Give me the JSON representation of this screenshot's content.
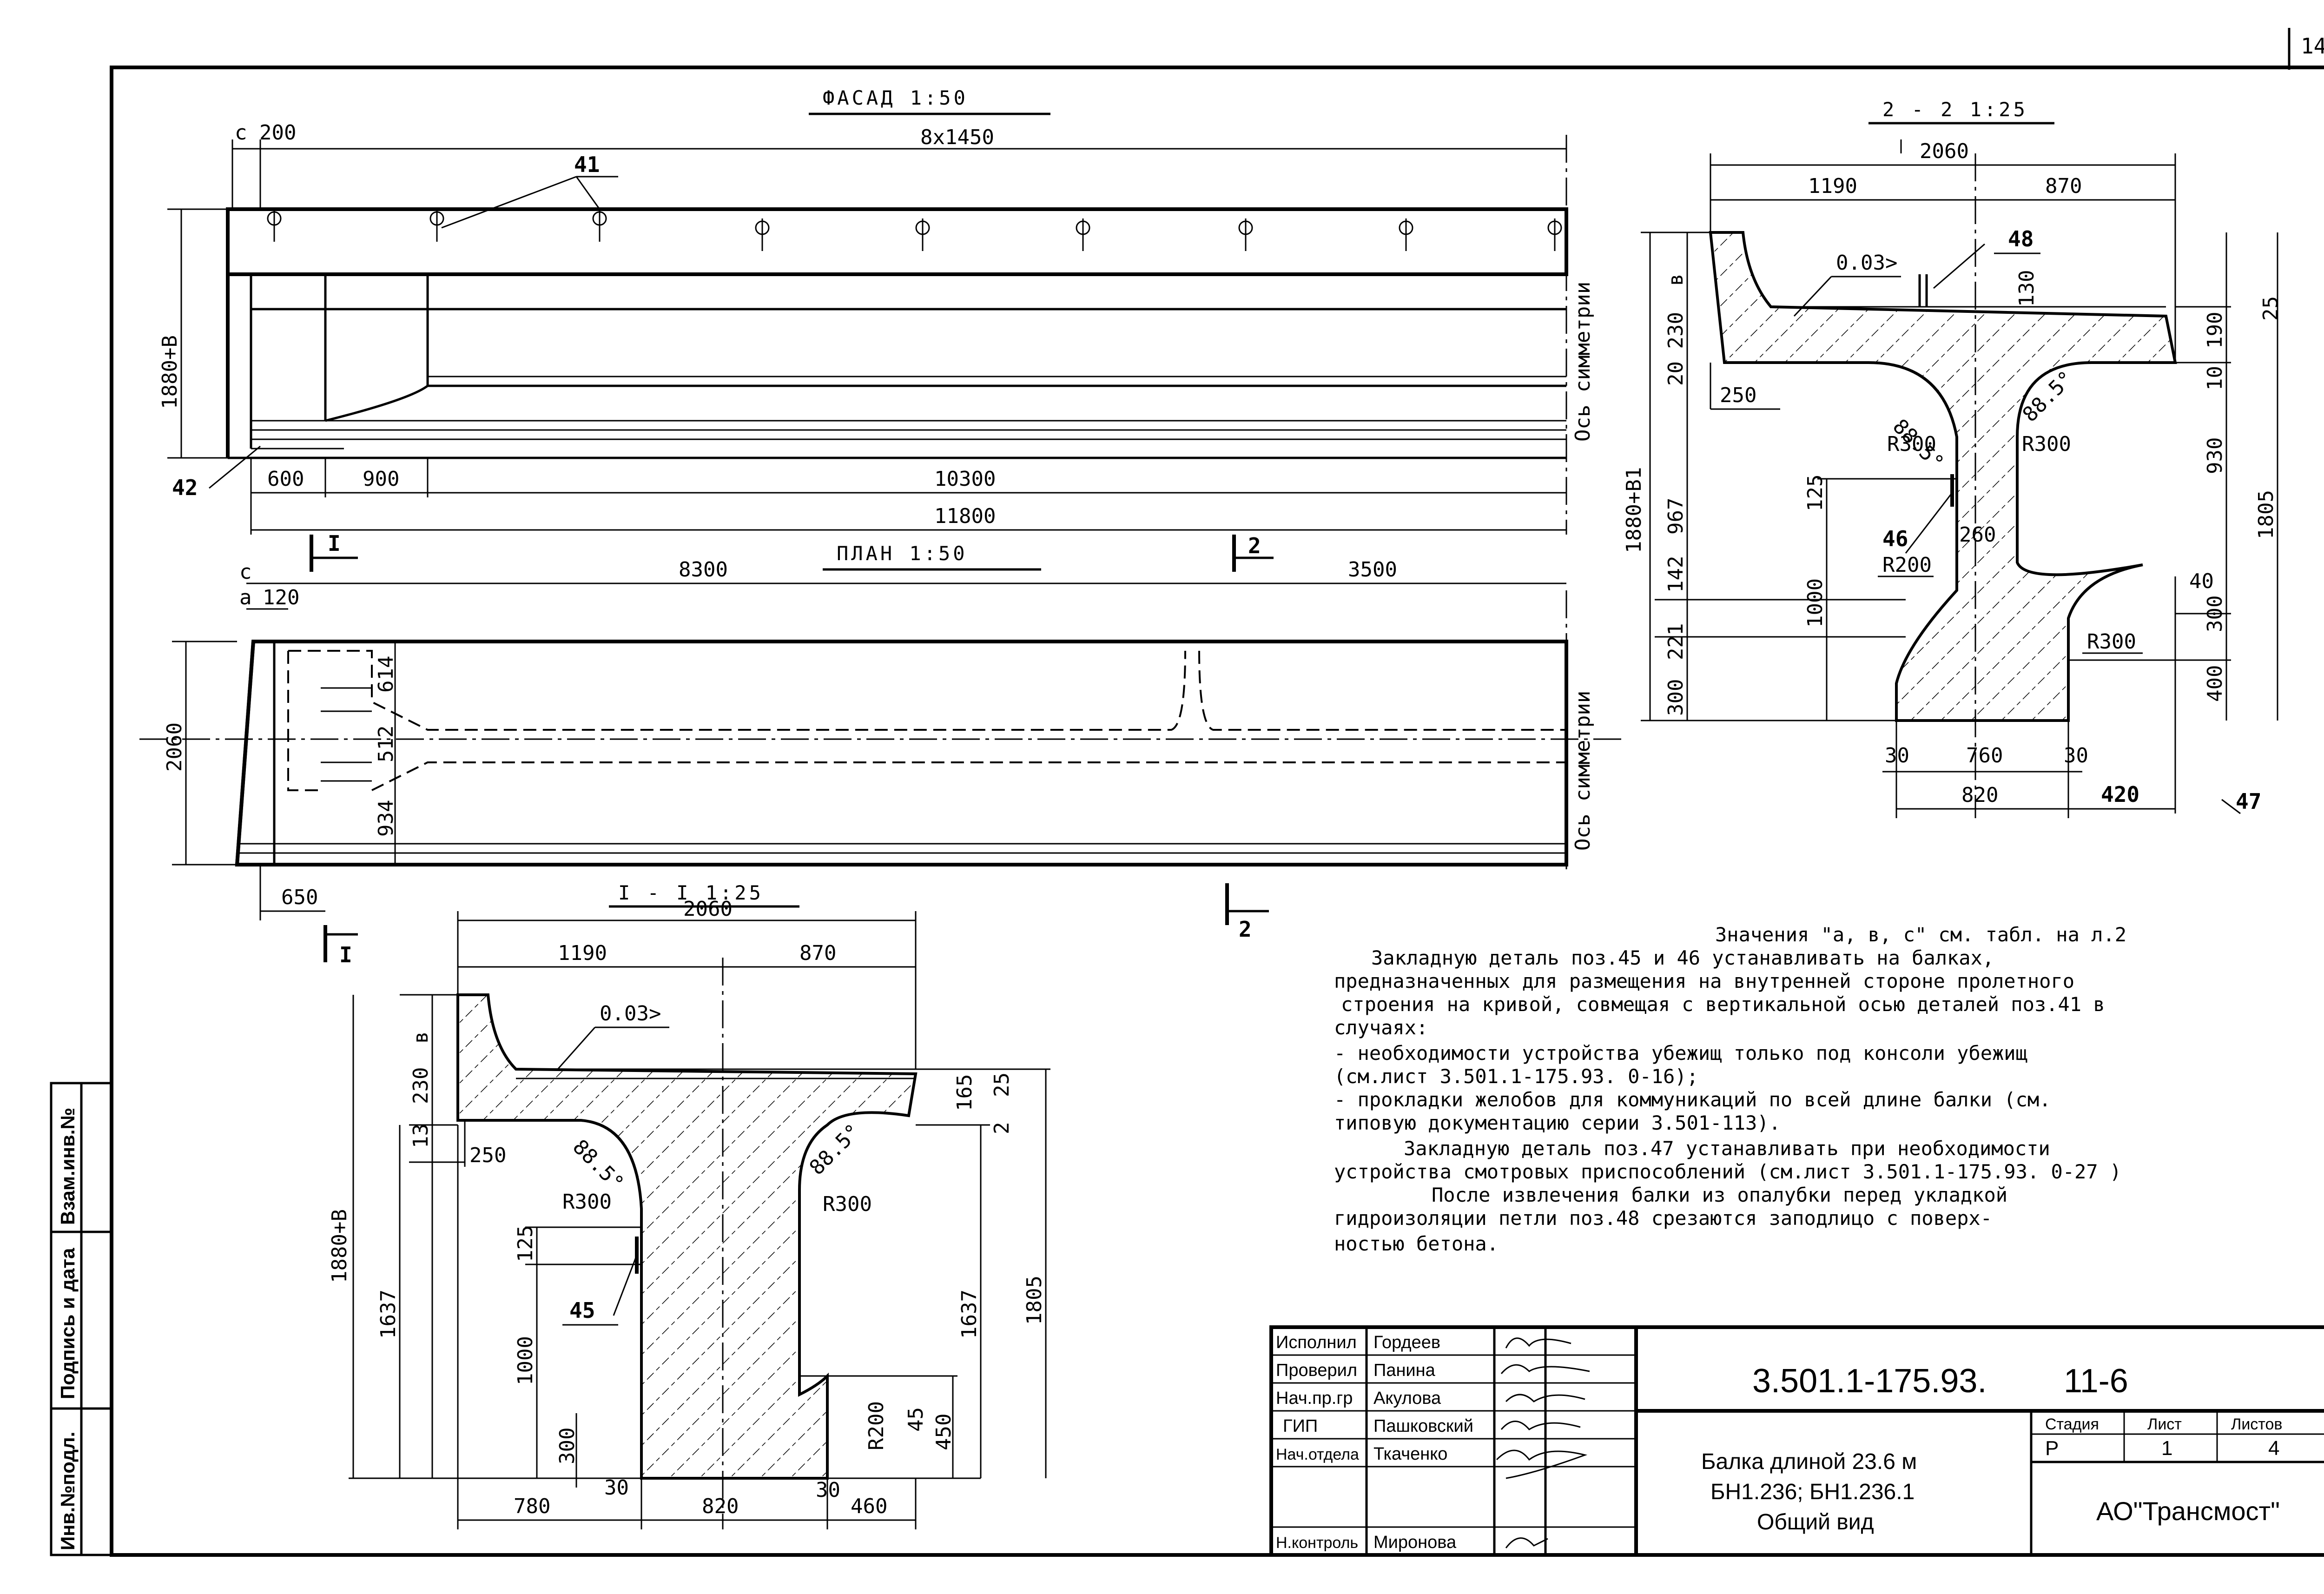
{
  "sheet": {
    "page_number": "14"
  },
  "facade": {
    "title": "ФАСАД 1:50",
    "dims": [
      "c 200",
      "8x1450",
      "1880+В",
      "600",
      "900",
      "10300",
      "11800"
    ],
    "pos_labels": [
      "41",
      "42"
    ],
    "axis_label": "Ось симметрии"
  },
  "plan": {
    "title": "ПЛАН 1:50",
    "dims": [
      "8300",
      "3500",
      "c",
      "a",
      "120",
      "2060",
      "614",
      "512",
      "934",
      "650"
    ],
    "axis_label": "Ось симметрии"
  },
  "section_marks": [
    "I",
    "I",
    "2",
    "2"
  ],
  "section_2_2": {
    "title": "2 - 2 1:25",
    "dims": [
      "2060",
      "1190",
      "870",
      "0.03>",
      "в",
      "20 230",
      "250",
      "88.5°",
      "88.5°",
      "R300",
      "R300",
      "967",
      "1880+В1",
      "125",
      "46",
      "R200",
      "260",
      "1000",
      "142",
      "221",
      "300",
      "R300",
      "30",
      "760",
      "30",
      "820",
      "420",
      "130",
      "25",
      "190",
      "10",
      "930",
      "1805",
      "40",
      "300",
      "400"
    ],
    "pos_labels": [
      "48",
      "47"
    ]
  },
  "section_1_1": {
    "title": "I - I 1:25",
    "dims": [
      "2060",
      "1190",
      "870",
      "0.03>",
      "230",
      "в",
      "13",
      "250",
      "88.5°",
      "88.5°",
      "R300",
      "R300",
      "1880+В",
      "125",
      "1637",
      "1000",
      "300",
      "30",
      "780",
      "820",
      "30",
      "460",
      "R200",
      "45",
      "450",
      "1637",
      "1805",
      "165",
      "25",
      "2"
    ],
    "pos_labels": [
      "45"
    ]
  },
  "notes": [
    "Значения \"а, в, с\" см. табл. на л.2",
    "Закладную деталь поз.45 и 46 устанавливать на балках,",
    "предназначенных для размещения на внутренней стороне пролетного",
    "строения на кривой, совмещая с вертикальной осью деталей поз.41 в",
    "случаях:",
    "- необходимости устройства убежищ только под консоли убежищ",
    "(см.лист 3.501.1-175.93. 0-16);",
    "- прокладки желобов для коммуникаций по всей длине балки (см.",
    "типовую документацию серии 3.501-113).",
    "Закладную деталь поз.47 устанавливать при необходимости",
    "устройства смотровых приспособлений (см.лист 3.501.1-175.93. 0-27 )",
    "После извлечения балки из опалубки перед укладкой",
    "гидроизоляции петли поз.48 срезаются заподлицо с поверх-",
    "ностью бетона."
  ],
  "stamp": {
    "roles": [
      "Исполнил",
      "Проверил",
      "Нач.пр.гр",
      "ГИП",
      "Нач.отдела",
      "Н.контроль"
    ],
    "names": [
      "Гордеев",
      "Панина",
      "Акулова",
      "Пашковский",
      "Ткаченко",
      "Миронова"
    ],
    "doc_code": "3.501.1-175.93.",
    "sheet_code": "11-6",
    "description": [
      "Балка длиной 23.6 м",
      "БН1.236; БН1.236.1",
      "Общий вид"
    ],
    "stage_header": "Стадия",
    "sheet_header": "Лист",
    "sheets_header": "Листов",
    "stage": "Р",
    "sheet": "1",
    "sheets": "4",
    "company": "АО\"Трансмост\""
  },
  "margin": {
    "labels": [
      "Взам.инв.№",
      "Подпись и дата",
      "Инв.№подл."
    ]
  }
}
